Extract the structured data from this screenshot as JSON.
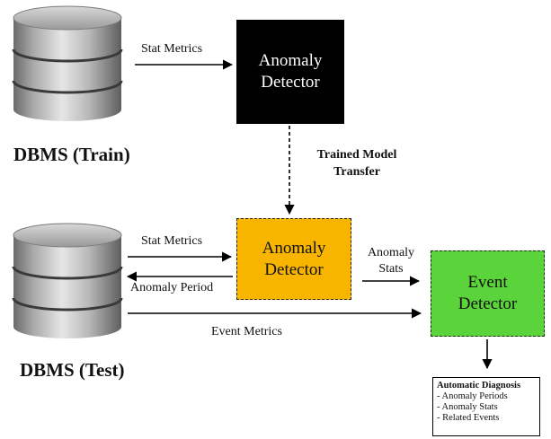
{
  "colors": {
    "train_detector_fill": "#000000",
    "test_detector_fill": "#f8b500",
    "event_detector_fill": "#5bd33a",
    "arrow": "#000000"
  },
  "databases": {
    "train": {
      "label": "DBMS (Train)",
      "icon": "database-cylinder-icon"
    },
    "test": {
      "label": "DBMS (Test)",
      "icon": "database-cylinder-icon"
    }
  },
  "train_detector": {
    "line1": "Anomaly",
    "line2": "Detector"
  },
  "test_detector": {
    "line1": "Anomaly",
    "line2": "Detector"
  },
  "event_detector": {
    "line1": "Event",
    "line2": "Detector"
  },
  "edges": {
    "train_stat_metrics": "Stat Metrics",
    "transfer_line1": "Trained Model",
    "transfer_line2": "Transfer",
    "test_stat_metrics": "Stat Metrics",
    "anomaly_period": "Anomaly Period",
    "anomaly_stats_line1": "Anomaly",
    "anomaly_stats_line2": "Stats",
    "event_metrics": "Event Metrics"
  },
  "diagnosis": {
    "title": "Automatic Diagnosis",
    "items": [
      "- Anomaly Periods",
      "- Anomaly Stats",
      "- Related Events"
    ]
  }
}
